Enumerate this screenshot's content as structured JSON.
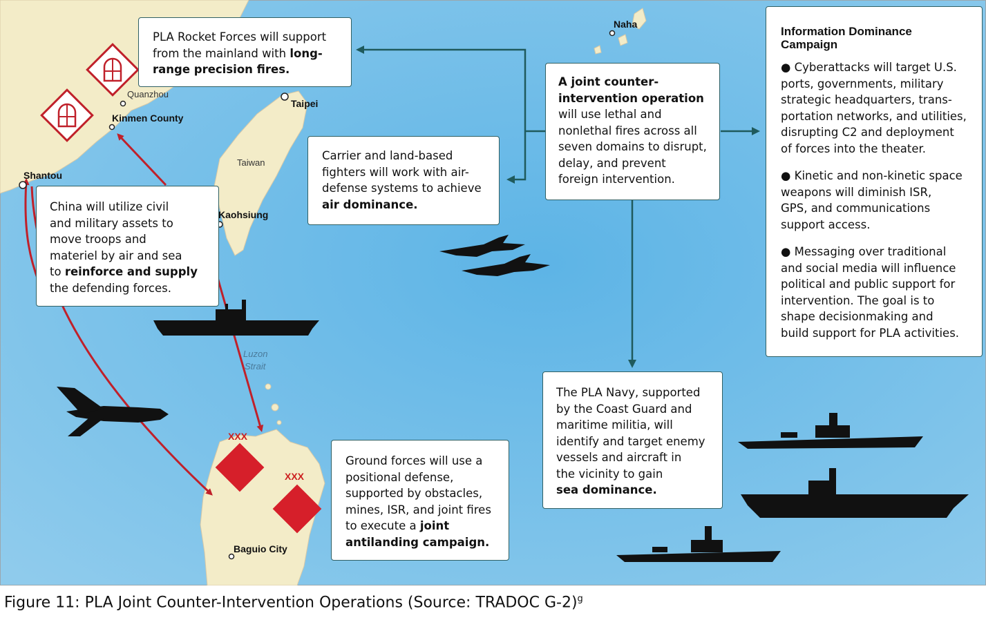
{
  "places": {
    "naha": "Naha",
    "taipei": "Taipei",
    "quanzhou": "Quanzhou",
    "kinmen": "Kinmen County",
    "taiwan": "Taiwan",
    "shantou": "Shantou",
    "kaohsiung": "Kaohsiung",
    "luzon_strait_1": "Luzon",
    "luzon_strait_2": "Strait",
    "baguio": "Baguio City"
  },
  "unit_labels": {
    "xxx_1": "XXX",
    "xxx_2": "XXX"
  },
  "rocket_box": {
    "line1": "PLA Rocket Forces will support",
    "line2_pre": "from the mainland with ",
    "line2_bold": "long-",
    "line3_bold": "range precision fires."
  },
  "joint_box": {
    "bold1": "A joint counter-",
    "bold2": "intervention operation",
    "l3": "will use lethal and",
    "l4": "nonlethal fires across all",
    "l5": "seven domains to disrupt,",
    "l6": "delay, and prevent",
    "l7": "foreign intervention."
  },
  "air_box": {
    "l1": "Carrier and land-based",
    "l2": "fighters will work with air-",
    "l3": "defense systems to achieve",
    "bold": "air dominance."
  },
  "civil_box": {
    "l1": "China will utilize civil",
    "l2": "and military assets to",
    "l3": "move troops and",
    "l4": "materiel by air and sea",
    "l5_pre": "to ",
    "l5_bold": "reinforce and supply",
    "l6": "the defending forces."
  },
  "ground_box": {
    "l1": "Ground forces will use a",
    "l2": "positional defense,",
    "l3": "supported by obstacles,",
    "l4": "mines, ISR, and joint fires",
    "l5_pre": "to execute a ",
    "l5_bold": "joint",
    "bold": "antilanding campaign."
  },
  "navy_box": {
    "l1": "The PLA Navy, supported",
    "l2": "by the Coast Guard and",
    "l3": "maritime militia, will",
    "l4": "identify and target enemy",
    "l5": "vessels and aircraft in",
    "l6": "the vicinity to gain",
    "bold": "sea dominance."
  },
  "info_box": {
    "title1": "Information Dominance",
    "title2": "Campaign",
    "items": [
      [
        "● Cyberattacks will target U.S.",
        "ports, governments, military",
        "strategic headquarters, trans-",
        "portation networks, and utilities,",
        "disrupting C2 and deployment",
        "of forces into the theater."
      ],
      [
        "● Kinetic and non-kinetic space",
        "weapons will diminish ISR,",
        "GPS, and communications",
        "support access."
      ],
      [
        "● Messaging over traditional",
        "and social media will influence",
        "political and public support for",
        "intervention. The goal is to",
        "shape decisionmaking and",
        "build support for PLA activities."
      ]
    ]
  },
  "caption": {
    "text": "Figure 11: PLA Joint Counter-Intervention Operations (Source: TRADOC G-2)",
    "sup": "g"
  },
  "colors": {
    "sea": "#7ec3e8",
    "land": "#f3ecc8",
    "arrow_red": "#c0202a",
    "arrow_teal": "#1f5a5c",
    "unit_red": "#d61f2a"
  }
}
